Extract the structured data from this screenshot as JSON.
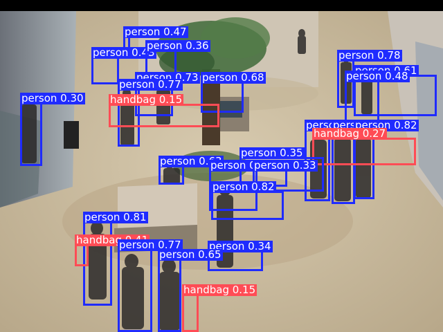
{
  "colors": {
    "person": "#1f2bff",
    "handbag": "#ff4c55",
    "label_text": "#ffffff"
  },
  "detections": [
    {
      "label": "person 0.47",
      "cls": "person"
    },
    {
      "label": "person 0.43",
      "cls": "person"
    },
    {
      "label": "person 0.36",
      "cls": "person"
    },
    {
      "label": "person 0.73",
      "cls": "person"
    },
    {
      "label": "person 0.68",
      "cls": "person"
    },
    {
      "label": "person 0.77",
      "cls": "person"
    },
    {
      "label": "person 0.30",
      "cls": "person"
    },
    {
      "label": "handbag 0.15",
      "cls": "handbag"
    },
    {
      "label": "person 0.78",
      "cls": "person"
    },
    {
      "label": "person 0.61",
      "cls": "person"
    },
    {
      "label": "person 0.48",
      "cls": "person"
    },
    {
      "label": "person 0.88",
      "cls": "person"
    },
    {
      "label": "person 0.85",
      "cls": "person"
    },
    {
      "label": "person 0.82",
      "cls": "person"
    },
    {
      "label": "handbag 0.27",
      "cls": "handbag"
    },
    {
      "label": "person 0.63",
      "cls": "person"
    },
    {
      "label": "person 0.35",
      "cls": "person"
    },
    {
      "label": "person 0.39",
      "cls": "person"
    },
    {
      "label": "person 0.33",
      "cls": "person"
    },
    {
      "label": "person 0.82",
      "cls": "person"
    },
    {
      "label": "person 0.81",
      "cls": "person"
    },
    {
      "label": "handbag 0.41",
      "cls": "handbag"
    },
    {
      "label": "person 0.77",
      "cls": "person"
    },
    {
      "label": "person 0.34",
      "cls": "person"
    },
    {
      "label": "person 0.65",
      "cls": "person"
    },
    {
      "label": "handbag 0.15",
      "cls": "handbag"
    }
  ]
}
